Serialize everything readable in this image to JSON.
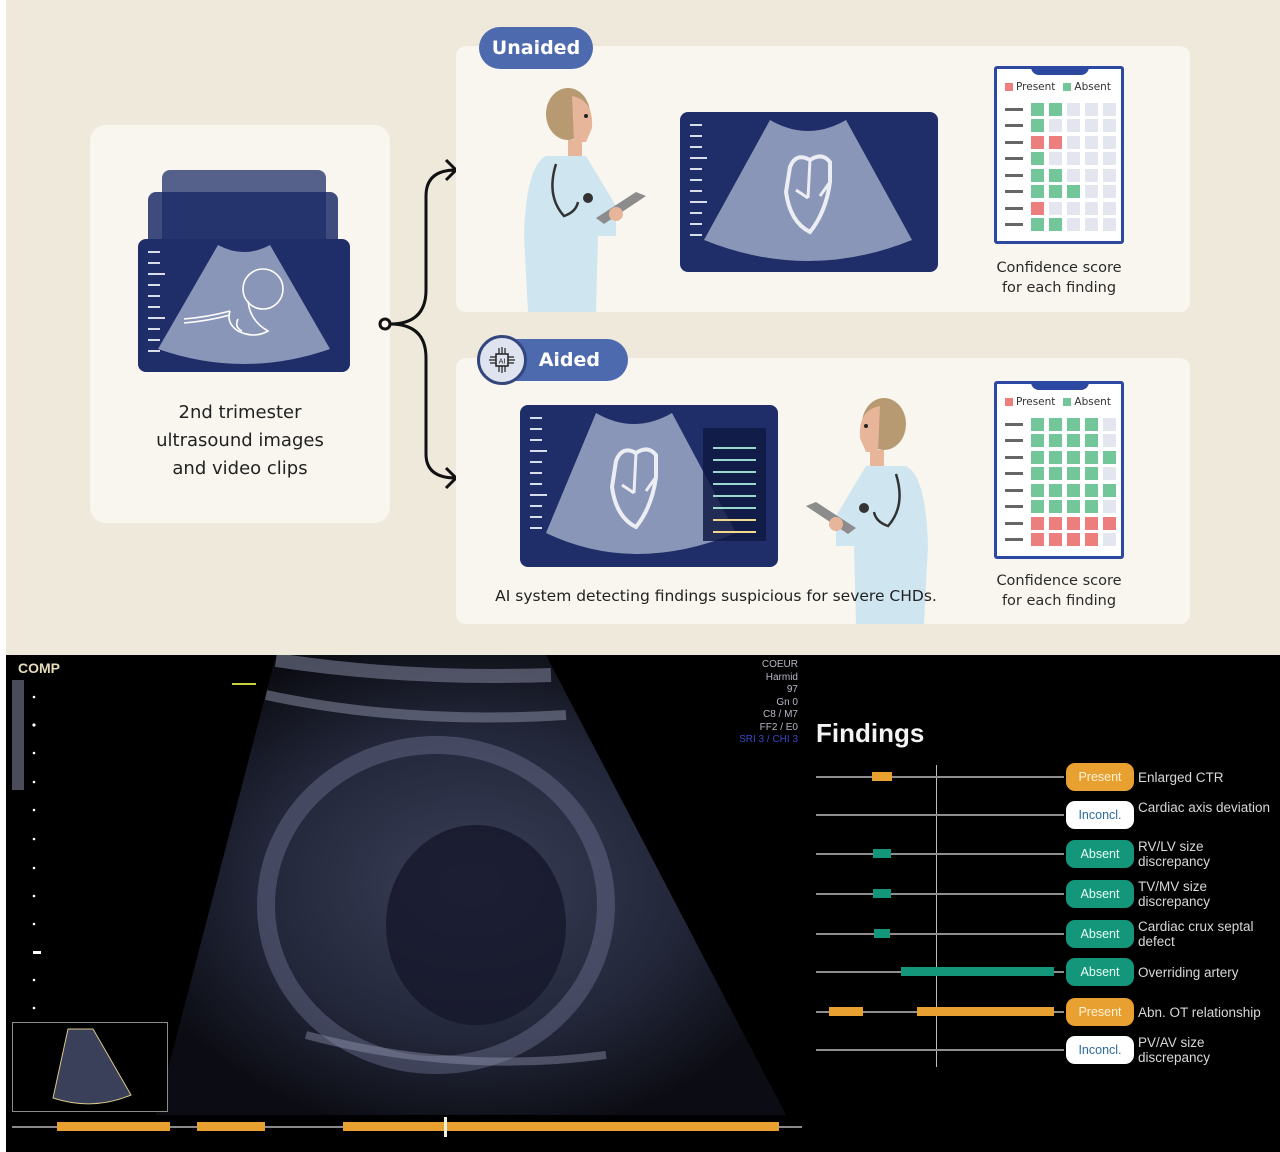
{
  "source": {
    "caption_lines": [
      "2nd trimester",
      "ultrasound images",
      "and video clips"
    ]
  },
  "unaided": {
    "label": "Unaided",
    "score_card": {
      "legend_present": "Present",
      "legend_absent": "Absent",
      "rows": [
        [
          "a",
          "a",
          "",
          "",
          ""
        ],
        [
          "a",
          "",
          "",
          "",
          ""
        ],
        [
          "p",
          "p",
          "",
          "",
          ""
        ],
        [
          "a",
          "",
          "",
          "",
          ""
        ],
        [
          "a",
          "a",
          "",
          "",
          ""
        ],
        [
          "a",
          "a",
          "a",
          "",
          ""
        ],
        [
          "p",
          "",
          "",
          "",
          ""
        ],
        [
          "a",
          "a",
          "",
          "",
          ""
        ]
      ],
      "caption_lines": [
        "Confidence score",
        "for each finding"
      ]
    }
  },
  "aided": {
    "label": "Aided",
    "icon": "ai-chip-icon",
    "caption": "AI system detecting findings suspicious for severe CHDs.",
    "score_card": {
      "legend_present": "Present",
      "legend_absent": "Absent",
      "rows": [
        [
          "a",
          "a",
          "a",
          "a",
          ""
        ],
        [
          "a",
          "a",
          "a",
          "a",
          ""
        ],
        [
          "a",
          "a",
          "a",
          "a",
          "a"
        ],
        [
          "a",
          "a",
          "a",
          "a",
          ""
        ],
        [
          "a",
          "a",
          "a",
          "a",
          "a"
        ],
        [
          "a",
          "a",
          "a",
          "a",
          ""
        ],
        [
          "p",
          "p",
          "p",
          "p",
          "p"
        ],
        [
          "p",
          "p",
          "p",
          "p",
          ""
        ]
      ],
      "caption_lines": [
        "Confidence score",
        "for each finding"
      ]
    }
  },
  "ultrasound": {
    "mode_label": "COMP",
    "overlay": [
      "COEUR",
      "Harmid",
      "97",
      "Gn   0",
      "C8 / M7",
      "FF2 / E0",
      "SRI 3 / CHI 3"
    ],
    "timeline_segments": [
      [
        45,
        158
      ],
      [
        185,
        253
      ],
      [
        331,
        767
      ]
    ],
    "timeline_cursor": 432
  },
  "findings": {
    "title": "Findings",
    "colors": {
      "present": "#e8a030",
      "absent": "#14967a",
      "inconclusive": "#ffffff"
    },
    "items": [
      {
        "status": "Present",
        "type": "present",
        "label": "Enlarged CTR",
        "segments": [
          [
            56,
            76
          ]
        ]
      },
      {
        "status": "Inconcl.",
        "type": "inconclusive",
        "label": "Cardiac axis deviation",
        "segments": []
      },
      {
        "status": "Absent",
        "type": "absent",
        "label": "RV/LV size discrepancy",
        "segments": [
          [
            57,
            75
          ]
        ]
      },
      {
        "status": "Absent",
        "type": "absent",
        "label": "TV/MV size discrepancy",
        "segments": [
          [
            57,
            75
          ]
        ]
      },
      {
        "status": "Absent",
        "type": "absent",
        "label": "Cardiac crux septal defect",
        "segments": [
          [
            58,
            74
          ]
        ]
      },
      {
        "status": "Absent",
        "type": "absent",
        "label": "Overriding artery",
        "segments": [
          [
            85,
            238
          ]
        ]
      },
      {
        "status": "Present",
        "type": "present",
        "label": "Abn. OT relationship",
        "segments": [
          [
            13,
            47
          ],
          [
            101,
            238
          ]
        ]
      },
      {
        "status": "Inconcl.",
        "type": "inconclusive",
        "label": "PV/AV size discrepancy",
        "segments": []
      }
    ]
  }
}
